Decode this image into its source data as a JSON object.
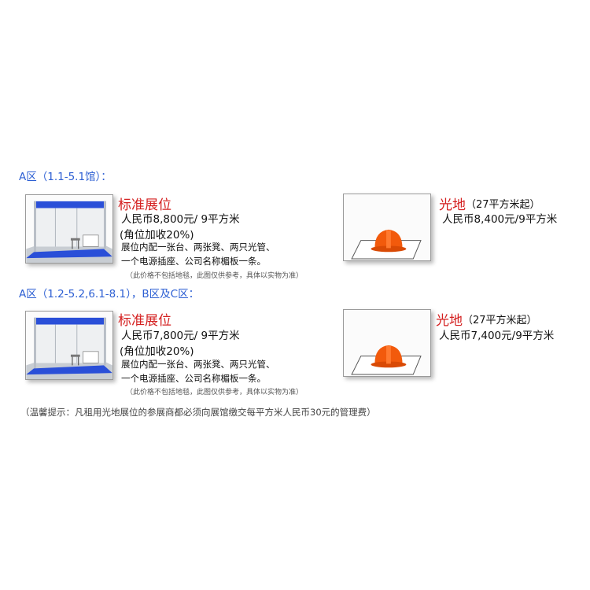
{
  "section_a": {
    "heading": "A区（1.1-5.1馆）：",
    "booth": {
      "name": "标准展位",
      "price": "人民币8,800元/ 9平方米",
      "corner_note": "(角位加收20%)",
      "includes_line1": "展位内配一张台、两张凳、两只光管、",
      "includes_line2": "一个电源插座、公司名称楣板一条。",
      "note": "（此价格不包括地毯，此图仅供参考，具体以实物为准）",
      "image_icon": "standard-booth-icon"
    },
    "space": {
      "name": "光地",
      "area": "（27平方米起）",
      "price": "人民币8,400元/9平方米",
      "image_icon": "hard-hat-on-floor-icon"
    }
  },
  "section_b": {
    "heading": "A区（1.2-5.2,6.1-8.1），B区及C区：",
    "booth": {
      "name": "标准展位",
      "price": "人民币7,800元/ 9平方米",
      "corner_note": "(角位加收20%)",
      "includes_line1": "展位内配一张台、两张凳、两只光管、",
      "includes_line2": "一个电源插座、公司名称楣板一条。",
      "note": "（此价格不包括地毯，此图仅供参考，具体以实物为准）",
      "image_icon": "standard-booth-icon"
    },
    "space": {
      "name": "光地",
      "area": "（27平方米起）",
      "price": "人民币7,400元/9平方米",
      "image_icon": "hard-hat-on-floor-icon"
    }
  },
  "footer_tip": "（温馨提示：凡租用光地展位的参展商都必须向展馆缴交每平方米人民币30元的管理费）",
  "colors": {
    "heading_blue": "#2d5fd3",
    "title_red": "#d42020",
    "booth_blue": "#2a4fd8",
    "helmet_orange": "#f25a0c"
  }
}
